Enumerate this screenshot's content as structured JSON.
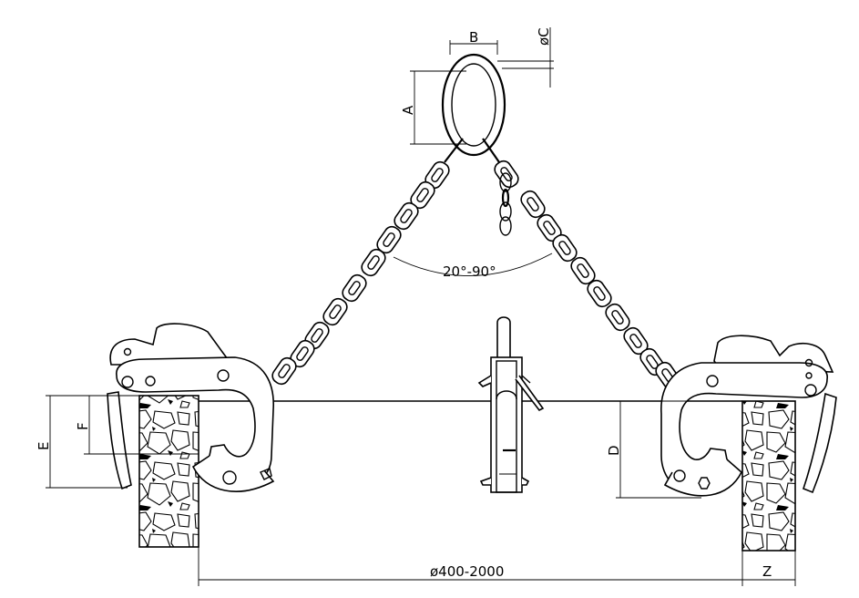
{
  "dimensions": {
    "A": "A",
    "B": "B",
    "C": "øC",
    "D": "D",
    "E": "E",
    "F": "F",
    "Z": "Z",
    "angle": "20°-90°",
    "diameter": "ø400-2000"
  }
}
